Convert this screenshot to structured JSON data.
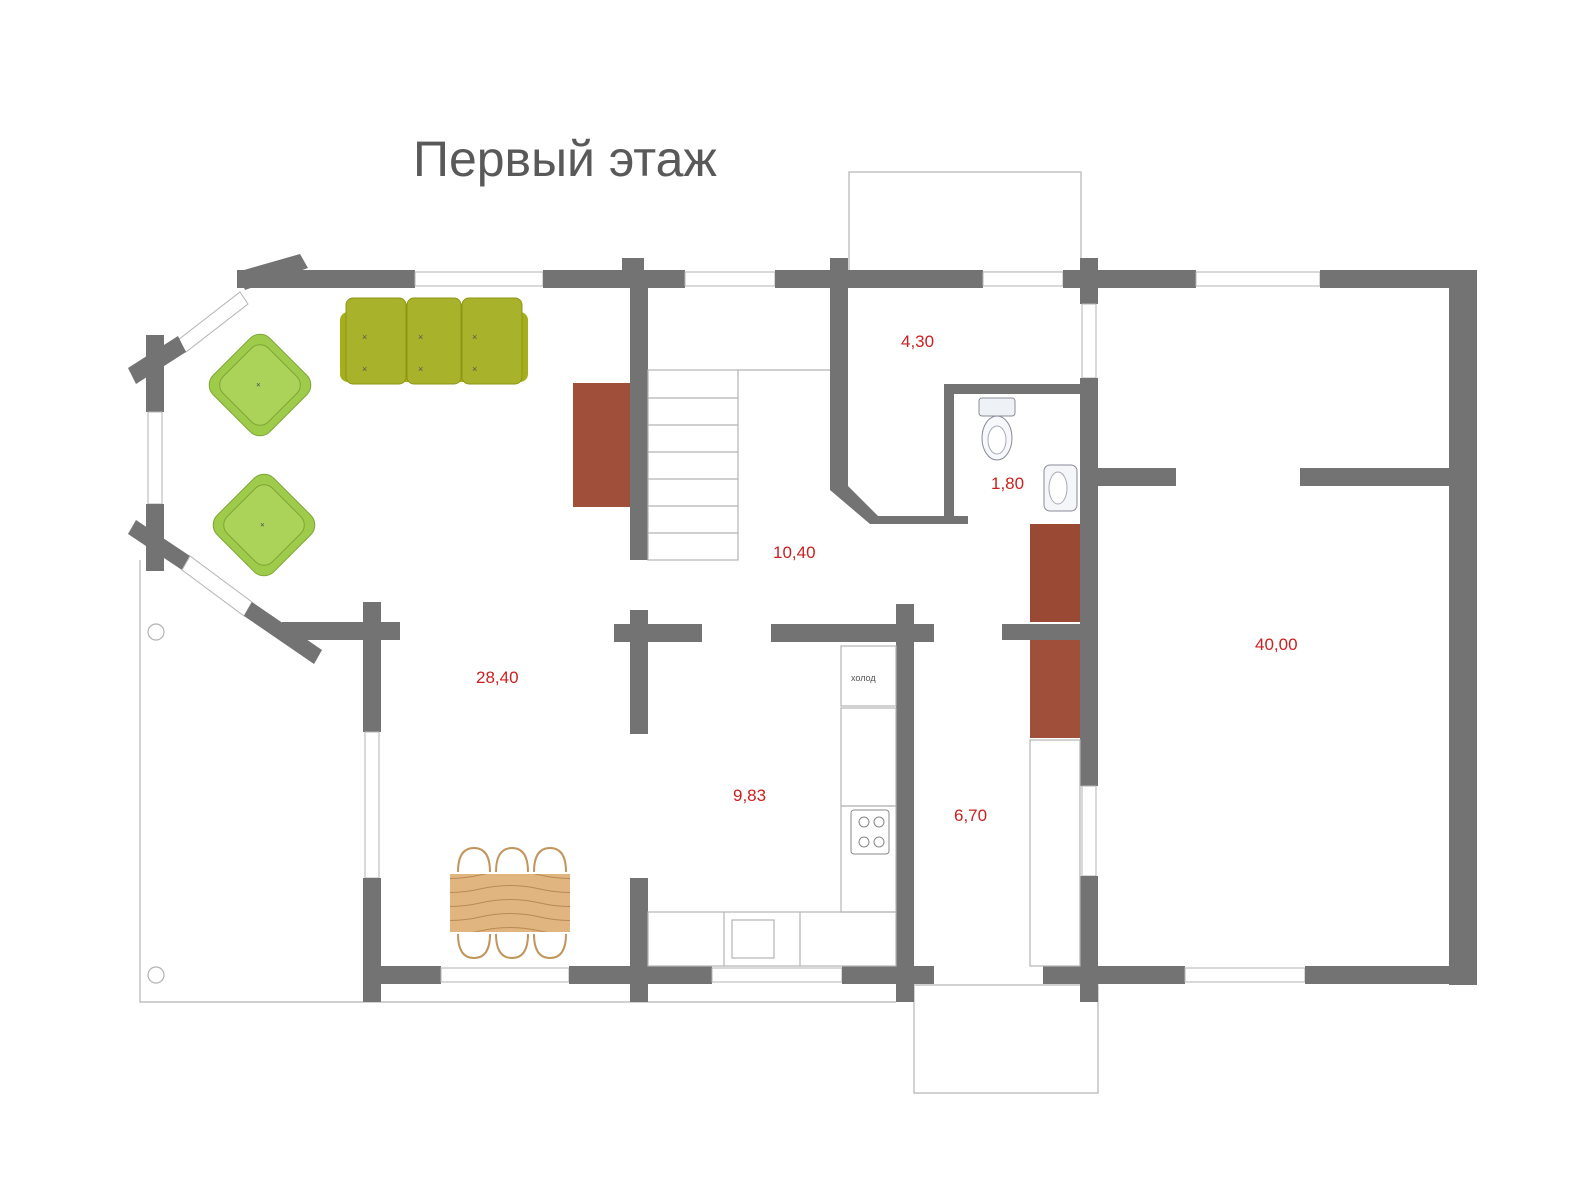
{
  "title": "Первый этаж",
  "rooms": [
    {
      "id": "living",
      "area": "28,40"
    },
    {
      "id": "hall",
      "area": "10,40"
    },
    {
      "id": "vestibule",
      "area": "4,30"
    },
    {
      "id": "wc",
      "area": "1,80"
    },
    {
      "id": "kitchen",
      "area": "9,83"
    },
    {
      "id": "corridor",
      "area": "6,70"
    },
    {
      "id": "big-room",
      "area": "40,00"
    }
  ],
  "fridge_label": "холод",
  "colors": {
    "wall": "#737373",
    "area_text": "#cc1f1f",
    "title_text": "#595959",
    "chimney": "#a0503a",
    "armchair": "#a9cf5a",
    "sofa": "#a5ae1c",
    "table": "#e1b57f"
  },
  "icons": [
    "sofa-icon",
    "armchair-icon",
    "dining-table-icon",
    "toilet-icon",
    "sink-icon",
    "stove-icon",
    "staircase-icon",
    "column-icon"
  ]
}
